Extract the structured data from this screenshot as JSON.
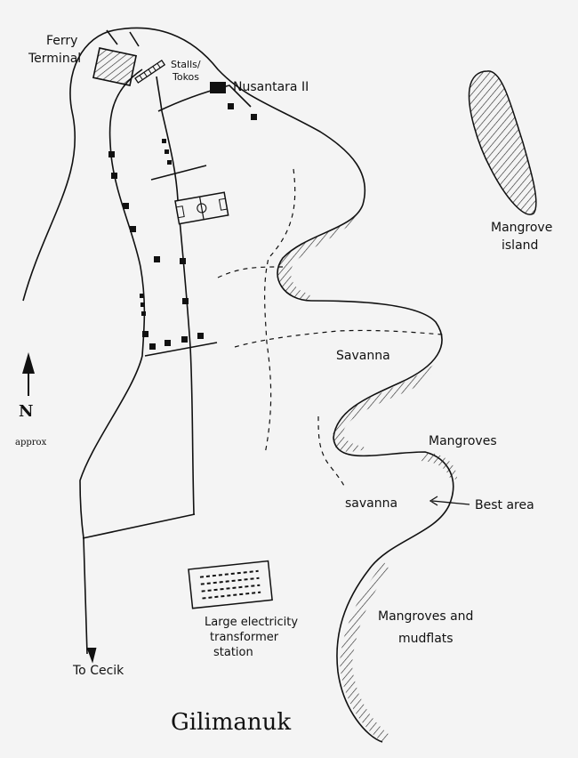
{
  "map": {
    "title": "Gilimanuk",
    "labels": {
      "ferry_line1": "Ferry",
      "ferry_line2": "Terminal",
      "stalls_line1": "Stalls/",
      "stalls_line2": "Tokos",
      "nusantara": "Nusantara II",
      "mangrove_island_line1": "Mangrove",
      "mangrove_island_line2": "island",
      "savanna_upper": "Savanna",
      "mangroves": "Mangroves",
      "savanna_lower": "savanna",
      "best_area": "Best area",
      "mangroves_mudflats_line1": "Mangroves and",
      "mangroves_mudflats_line2": "mudflats",
      "electricity_line1": "Large electricity",
      "electricity_line2": "transformer",
      "electricity_line3": "station",
      "to_cecik": "To Cecik",
      "north": "N",
      "north_note": "approx"
    }
  }
}
